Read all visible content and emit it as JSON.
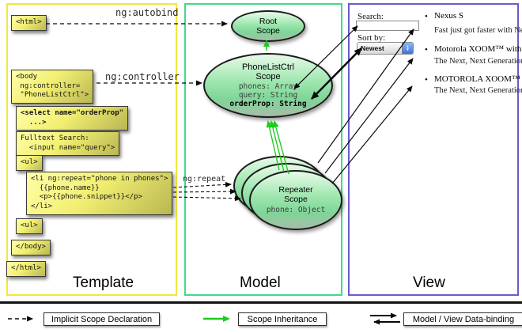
{
  "columns": {
    "template": "Template",
    "model": "Model",
    "view": "View"
  },
  "annotations": {
    "autobind": "ng:autobind",
    "controller": "ng:controller",
    "repeat": "ng:repeat"
  },
  "code": {
    "html_open": "<html>",
    "body_open": "<body\n ng:controller=\n \"PhoneListCtrl\">",
    "select": "<select name=\"orderProp\"\n  ...>",
    "fulltext": "Fulltext Search:\n  <input name=\"query\">",
    "ul_open": "<ul>",
    "li_repeat": "<li ng:repeat=\"phone in phones\">\n  {{phone.name}}\n  <p>{{phone.snippet}}</p>\n</li>",
    "ul_close": "<ul>",
    "body_close": "</body>",
    "html_close": "</html>"
  },
  "scopes": {
    "root": {
      "title": "Root\nScope"
    },
    "phonelist": {
      "title": "PhoneListCtrl\nScope",
      "props": [
        "phones: Array",
        "query: String",
        "orderProp: String"
      ]
    },
    "repeater": {
      "title": "Repeater\nScope",
      "prop": "phone: Object"
    }
  },
  "view": {
    "search_label": "Search:",
    "sort_label": "Sort by:",
    "sort_value": "Newest",
    "bullet": "•",
    "items": [
      {
        "title": "Nexus S",
        "desc": "Fast just got faster with Nexus S."
      },
      {
        "title": "Motorola XOOM™ with Wi-Fi",
        "desc": "The Next, Next Generation tablet."
      },
      {
        "title": "MOTOROLA XOOM™",
        "desc": "The Next, Next Generation tablet."
      }
    ]
  },
  "legend": {
    "implicit": "Implicit Scope Declaration",
    "inheritance": "Scope Inheritance",
    "databinding": "Model / View Data-binding"
  },
  "colors": {
    "template_border": "#f2e73c",
    "model_border": "#42d98a",
    "view_border": "#6a5bd0",
    "green_arrow": "#1ecb1e"
  }
}
